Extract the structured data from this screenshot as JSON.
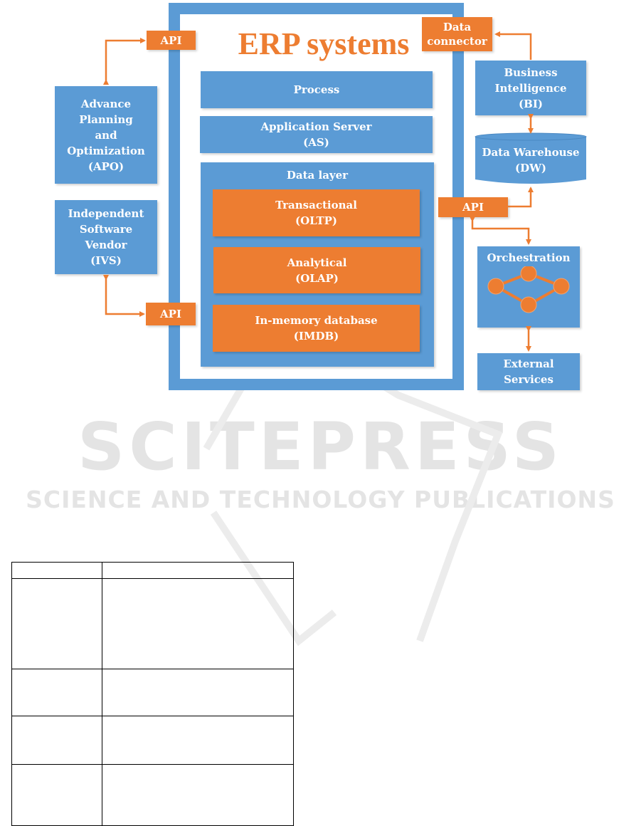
{
  "watermark": {
    "brand": "SCITEPRESS",
    "tagline": "SCIENCE AND TECHNOLOGY PUBLICATIONS"
  },
  "diagram": {
    "title": "ERP systems",
    "api_label": "API",
    "data_connector": [
      "Data",
      "connector"
    ],
    "process": "Process",
    "application_server": [
      "Application Server",
      "(AS)"
    ],
    "data_layer": "Data layer",
    "transactional": [
      "Transactional",
      "(OLTP)"
    ],
    "analytical": [
      "Analytical",
      "(OLAP)"
    ],
    "imdb": [
      "In-memory database",
      "(IMDB)"
    ],
    "apo": [
      "Advance",
      "Planning",
      "and",
      "Optimization",
      "(APO)"
    ],
    "ivs": [
      "Independent",
      "Software",
      "Vendor",
      "(IVS)"
    ],
    "bi": [
      "Business",
      "Intelligence",
      "(BI)"
    ],
    "dw": [
      "Data Warehouse",
      "(DW)"
    ],
    "orchestration": "Orchestration",
    "external_services": [
      "External",
      "Services"
    ],
    "colors": {
      "blue": "#5b9bd5",
      "orange": "#ed7d31"
    }
  },
  "table": {
    "rows": [
      [
        "",
        ""
      ],
      [
        "",
        ""
      ],
      [
        "",
        ""
      ],
      [
        "",
        ""
      ],
      [
        "",
        ""
      ]
    ]
  }
}
